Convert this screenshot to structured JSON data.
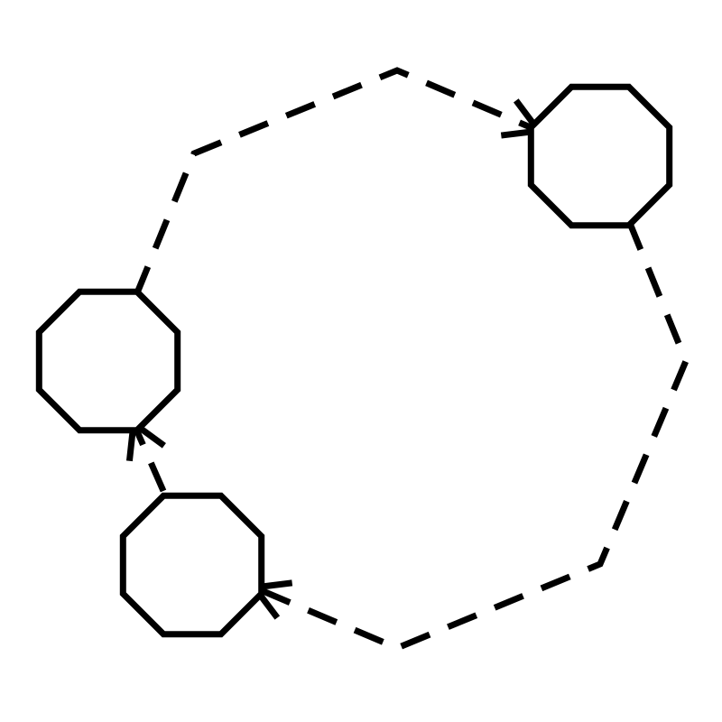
{
  "diagram": {
    "background": "#ffffff",
    "stroke_color": "#000000",
    "nodes": [
      {
        "id": "octagon-top-right",
        "shape": "octagon"
      },
      {
        "id": "octagon-left",
        "shape": "octagon"
      },
      {
        "id": "octagon-bottom-left",
        "shape": "octagon"
      }
    ],
    "edges": [
      {
        "from": "octagon-left",
        "to": "octagon-top-right",
        "style": "dashed",
        "arrow": "open"
      },
      {
        "from": "octagon-top-right",
        "to": "octagon-bottom-left",
        "style": "dashed",
        "arrow": "open"
      },
      {
        "from": "octagon-bottom-left",
        "to": "octagon-left",
        "style": "dashed",
        "arrow": "open"
      }
    ]
  }
}
